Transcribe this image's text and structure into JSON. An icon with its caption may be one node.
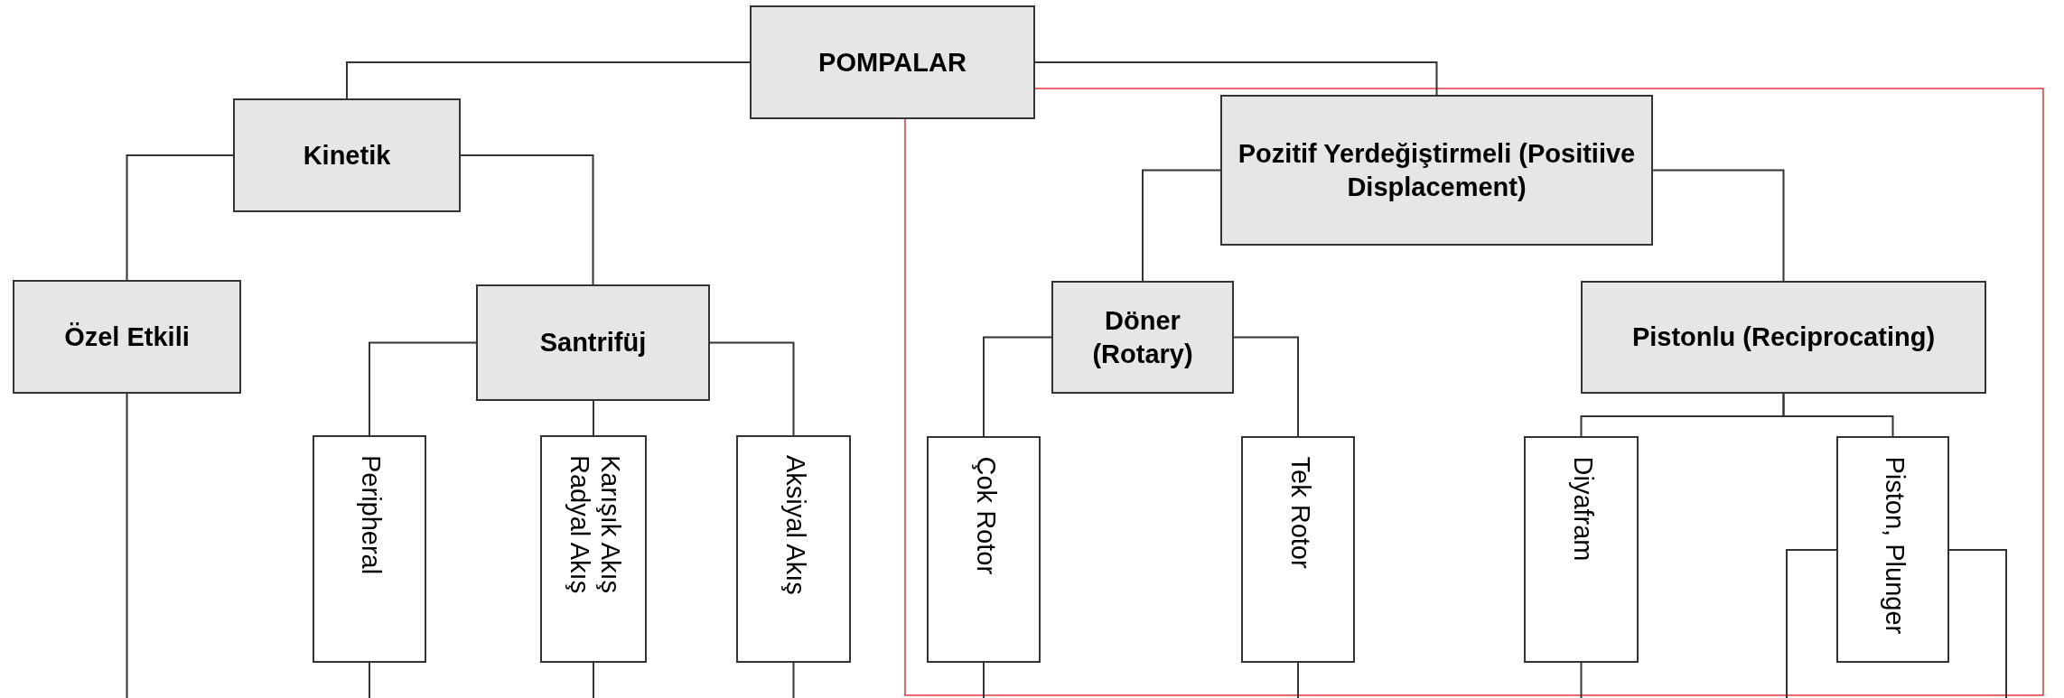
{
  "diagram": {
    "nodes": [
      {
        "text": [
          "POMPALAR"
        ]
      },
      {
        "text": [
          "Kinetik"
        ]
      },
      {
        "text": [
          "Özel Etkili"
        ]
      },
      {
        "text": [
          "Santrifüj"
        ]
      },
      {
        "text": [
          "Peripheral"
        ]
      },
      {
        "text": [
          "Karışık Akış Radyal Akış"
        ]
      },
      {
        "text": [
          "Aksiyal Akış"
        ]
      },
      {
        "text": [
          "Pozitif Yerdeğiştirmeli (Positiive Displacement)"
        ]
      },
      {
        "text": [
          "Döner (Rotary)"
        ]
      },
      {
        "text": [
          "Pistonlu (Reciprocating)"
        ]
      },
      {
        "text": [
          "Çok Rotor"
        ]
      },
      {
        "text": [
          "Tek Rotor"
        ]
      },
      {
        "text": [
          "Diyafram"
        ]
      },
      {
        "text": [
          "Piston, Plunger"
        ]
      }
    ],
    "edges": [
      {
        "from": 0,
        "to": 1,
        "arrow": "none"
      },
      {
        "from": 0,
        "to": 7,
        "arrow": "none"
      },
      {
        "from": 1,
        "to": 2,
        "arrow": "none"
      },
      {
        "from": 1,
        "to": 3,
        "arrow": "none"
      },
      {
        "from": 3,
        "to": 4,
        "arrow": "none"
      },
      {
        "from": 3,
        "to": 5,
        "arrow": "none"
      },
      {
        "from": 3,
        "to": 6,
        "arrow": "none"
      },
      {
        "from": 7,
        "to": 8,
        "arrow": "none"
      },
      {
        "from": 7,
        "to": 9,
        "arrow": "none"
      },
      {
        "from": 8,
        "to": 10,
        "arrow": "none"
      },
      {
        "from": 8,
        "to": 11,
        "arrow": "none"
      },
      {
        "from": 9,
        "to": 12,
        "arrow": "none"
      },
      {
        "from": 9,
        "to": 13,
        "arrow": "none"
      },
      {
        "from": 2,
        "to": null,
        "arrow": "none"
      },
      {
        "from": 4,
        "to": null,
        "arrow": "none"
      },
      {
        "from": 5,
        "to": null,
        "arrow": "none"
      },
      {
        "from": 6,
        "to": null,
        "arrow": "none"
      },
      {
        "from": 10,
        "to": null,
        "arrow": "none"
      },
      {
        "from": 11,
        "to": null,
        "arrow": "none"
      },
      {
        "from": 12,
        "to": null,
        "arrow": "none"
      },
      {
        "from": 13,
        "to": null,
        "arrow": "none"
      },
      {
        "from": 13,
        "to": null,
        "arrow": "none"
      }
    ]
  }
}
